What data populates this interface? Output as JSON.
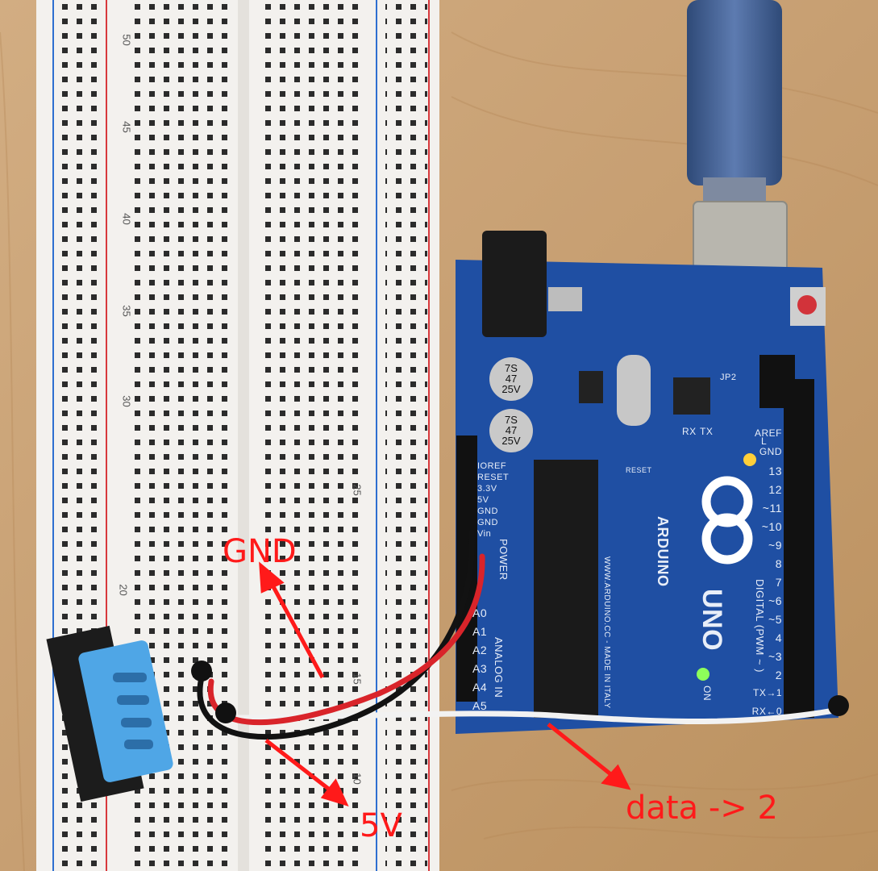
{
  "photo": {
    "colors": {
      "wood": "#c9a47a",
      "breadboard": "#f3f1ee",
      "board": "#1f4fa3",
      "annotation": "#ff1a1a",
      "usb_cable": "#3a5a8a"
    }
  },
  "annotations": {
    "gnd": "GND",
    "vcc": "5V",
    "data": "data -> 2"
  },
  "breadboard": {
    "row_numbers": [
      "50",
      "45",
      "40",
      "35",
      "30",
      "25",
      "20",
      "15",
      "10"
    ]
  },
  "board": {
    "brand": "ARDUINO",
    "model": "UNO",
    "website": "WWW.ARDUINO.CC - MADE IN ITALY",
    "section_power": "POWER",
    "section_analog": "ANALOG IN",
    "section_digital": "DIGITAL (PWM ~ )",
    "power_pins": [
      "IOREF",
      "RESET",
      "3.3V",
      "5V",
      "GND",
      "GND",
      "Vin"
    ],
    "analog_pins": [
      "A0",
      "A1",
      "A2",
      "A3",
      "A4",
      "A5"
    ],
    "digital_pins": [
      "AREF",
      "GND",
      "13",
      "12",
      "~11",
      "~10",
      "~9",
      "8",
      "7",
      "~6",
      "~5",
      "4",
      "~3",
      "2",
      "TX→1",
      "RX←0"
    ],
    "leds": [
      "L",
      "TX",
      "RX",
      "ON"
    ],
    "jumper": "JP2",
    "reset_label": "RESET",
    "capacitor_text": [
      "7S",
      "47",
      "25V"
    ]
  }
}
